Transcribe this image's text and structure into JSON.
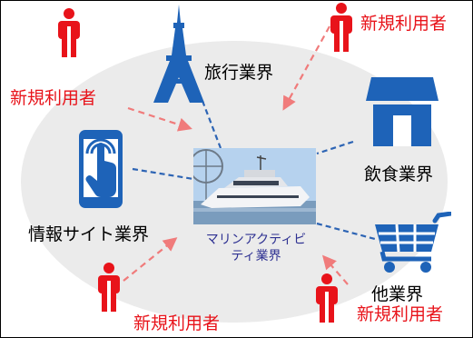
{
  "colors": {
    "accent_blue": "#1e63b8",
    "new_user_red": "#e8131a",
    "center_label": "#2e3192",
    "circle_bg": "#ebebeb"
  },
  "diagram": {
    "center": {
      "image": "cruiser-boat-photo",
      "label_line1": "マリンアクティビ",
      "label_line2": "ティ業界"
    },
    "industries": {
      "travel": {
        "label": "旅行業界",
        "icon": "tower-icon"
      },
      "food": {
        "label": "飲食業界",
        "icon": "shop-icon"
      },
      "info": {
        "label": "情報サイト業界",
        "icon": "smartphone-tap-icon"
      },
      "other": {
        "label": "他業界",
        "icon": "cart-icon"
      }
    },
    "new_users": {
      "top_right": "新規利用者",
      "left": "新規利用者",
      "bottom_left": "新規利用者",
      "bottom_right": "新規利用者"
    }
  }
}
